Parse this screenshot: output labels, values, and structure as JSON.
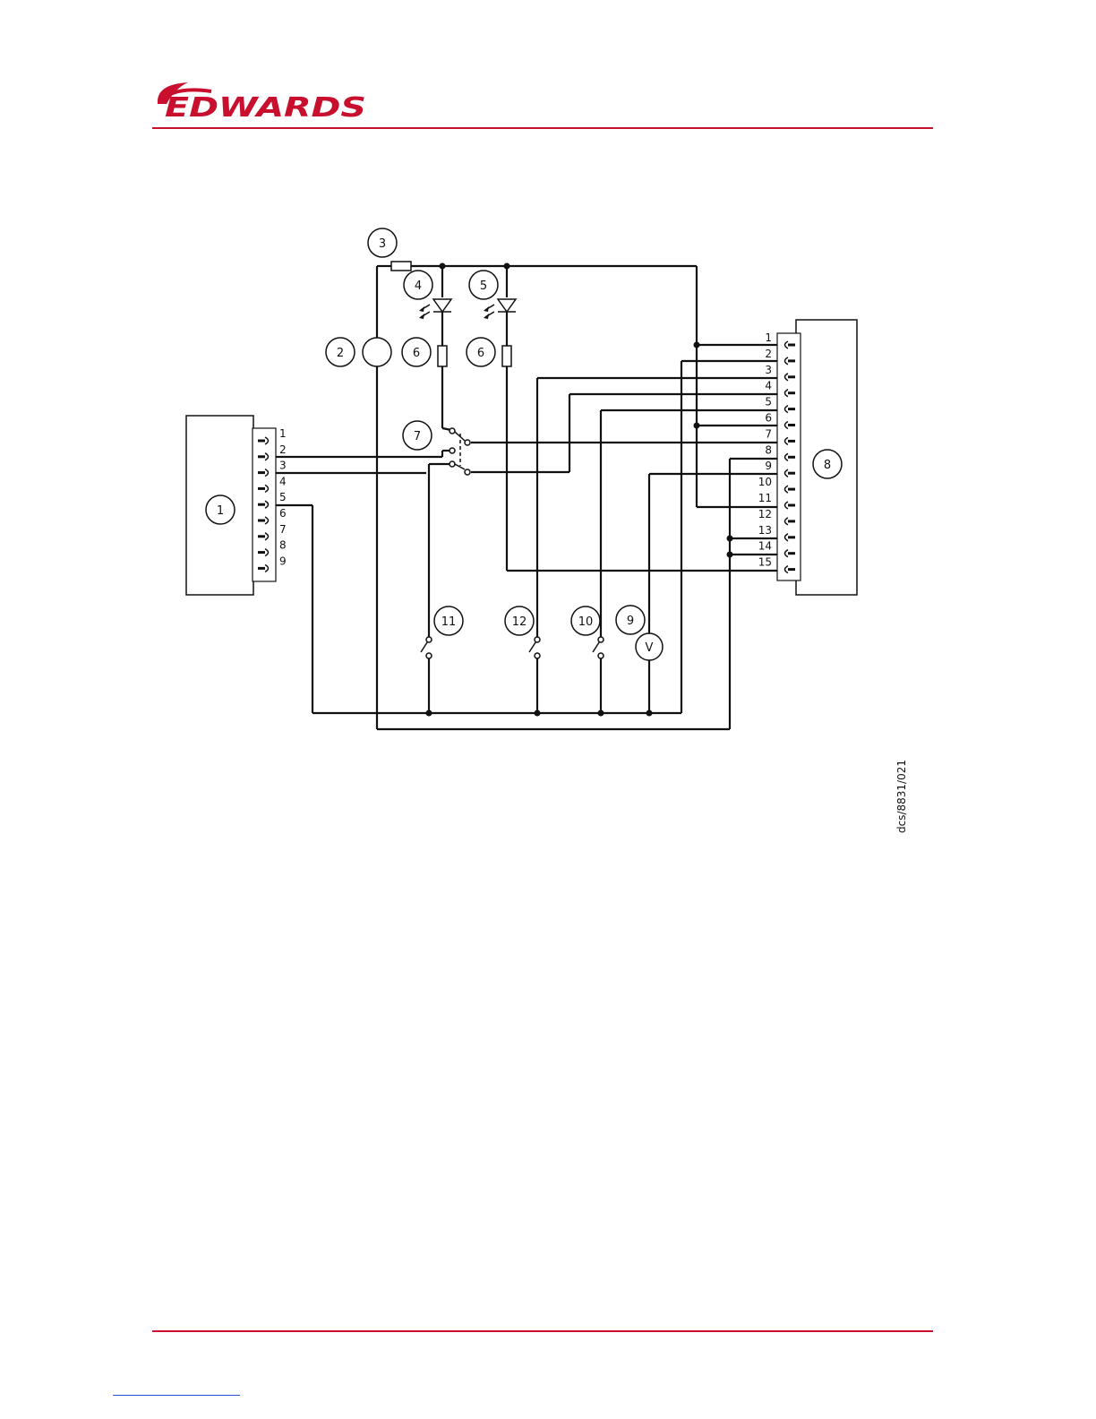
{
  "brand": {
    "logo_text": "EDWARDS",
    "color": "#c8102e"
  },
  "diagram": {
    "reference": "dcs/8831/021",
    "callouts": [
      "1",
      "2",
      "3",
      "4",
      "5",
      "6",
      "6",
      "7",
      "8",
      "9",
      "10",
      "11",
      "12"
    ],
    "connector_left_pins": [
      "1",
      "2",
      "3",
      "4",
      "5",
      "6",
      "7",
      "8",
      "9"
    ],
    "connector_right_pins": [
      "1",
      "2",
      "3",
      "4",
      "5",
      "6",
      "7",
      "8",
      "9",
      "10",
      "11",
      "12",
      "13",
      "14",
      "15"
    ],
    "meter_symbol": "V"
  },
  "colors": {
    "line": "#111111",
    "rule": "#c8102e",
    "link": "#2a4fd8"
  }
}
